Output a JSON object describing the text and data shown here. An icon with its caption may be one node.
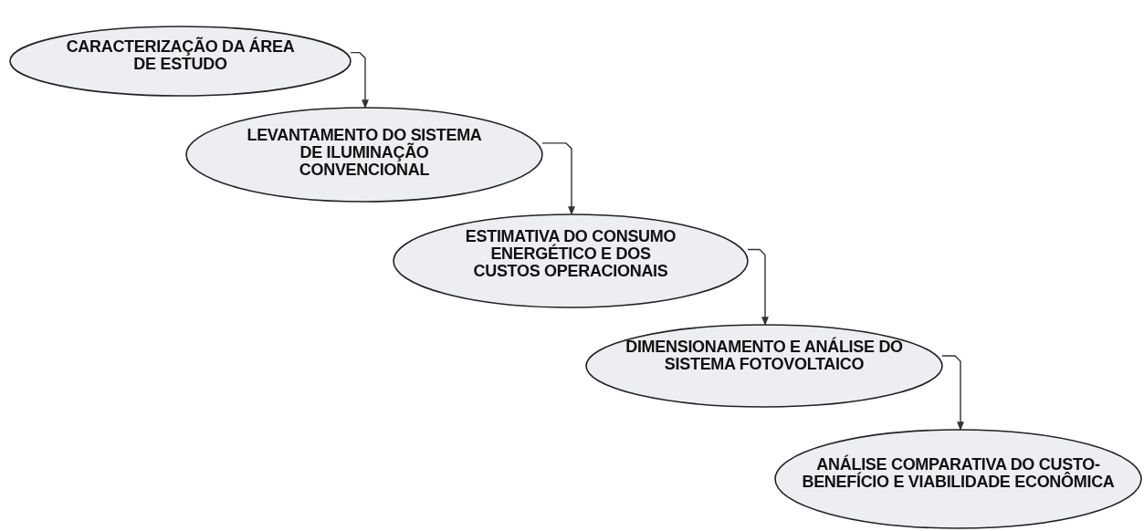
{
  "diagram": {
    "nodes": [
      {
        "text": [
          "CARACTERIZAÇÃO DA ÁREA DE ESTUDO"
        ]
      },
      {
        "text": [
          "LEVANTAMENTO DO SISTEMA DE ILUMINAÇÃO CONVENCIONAL"
        ]
      },
      {
        "text": [
          "ESTIMATIVA DO CONSUMO ENERGÉTICO E DOS CUSTOS OPERACIONAIS"
        ]
      },
      {
        "text": [
          "DIMENSIONAMENTO E ANÁLISE DO SISTEMA FOTOVOLTAICO"
        ]
      },
      {
        "text": [
          "ANÁLISE COMPARATIVA DO CUSTO-BENEFÍCIO E VIABILIDADE ECONÔMICA"
        ]
      }
    ],
    "edges": [
      {
        "from": 0,
        "to": 1,
        "arrow": "to"
      },
      {
        "from": 1,
        "to": 2,
        "arrow": "to"
      },
      {
        "from": 2,
        "to": 3,
        "arrow": "to"
      },
      {
        "from": 3,
        "to": 4,
        "arrow": "to"
      }
    ]
  }
}
